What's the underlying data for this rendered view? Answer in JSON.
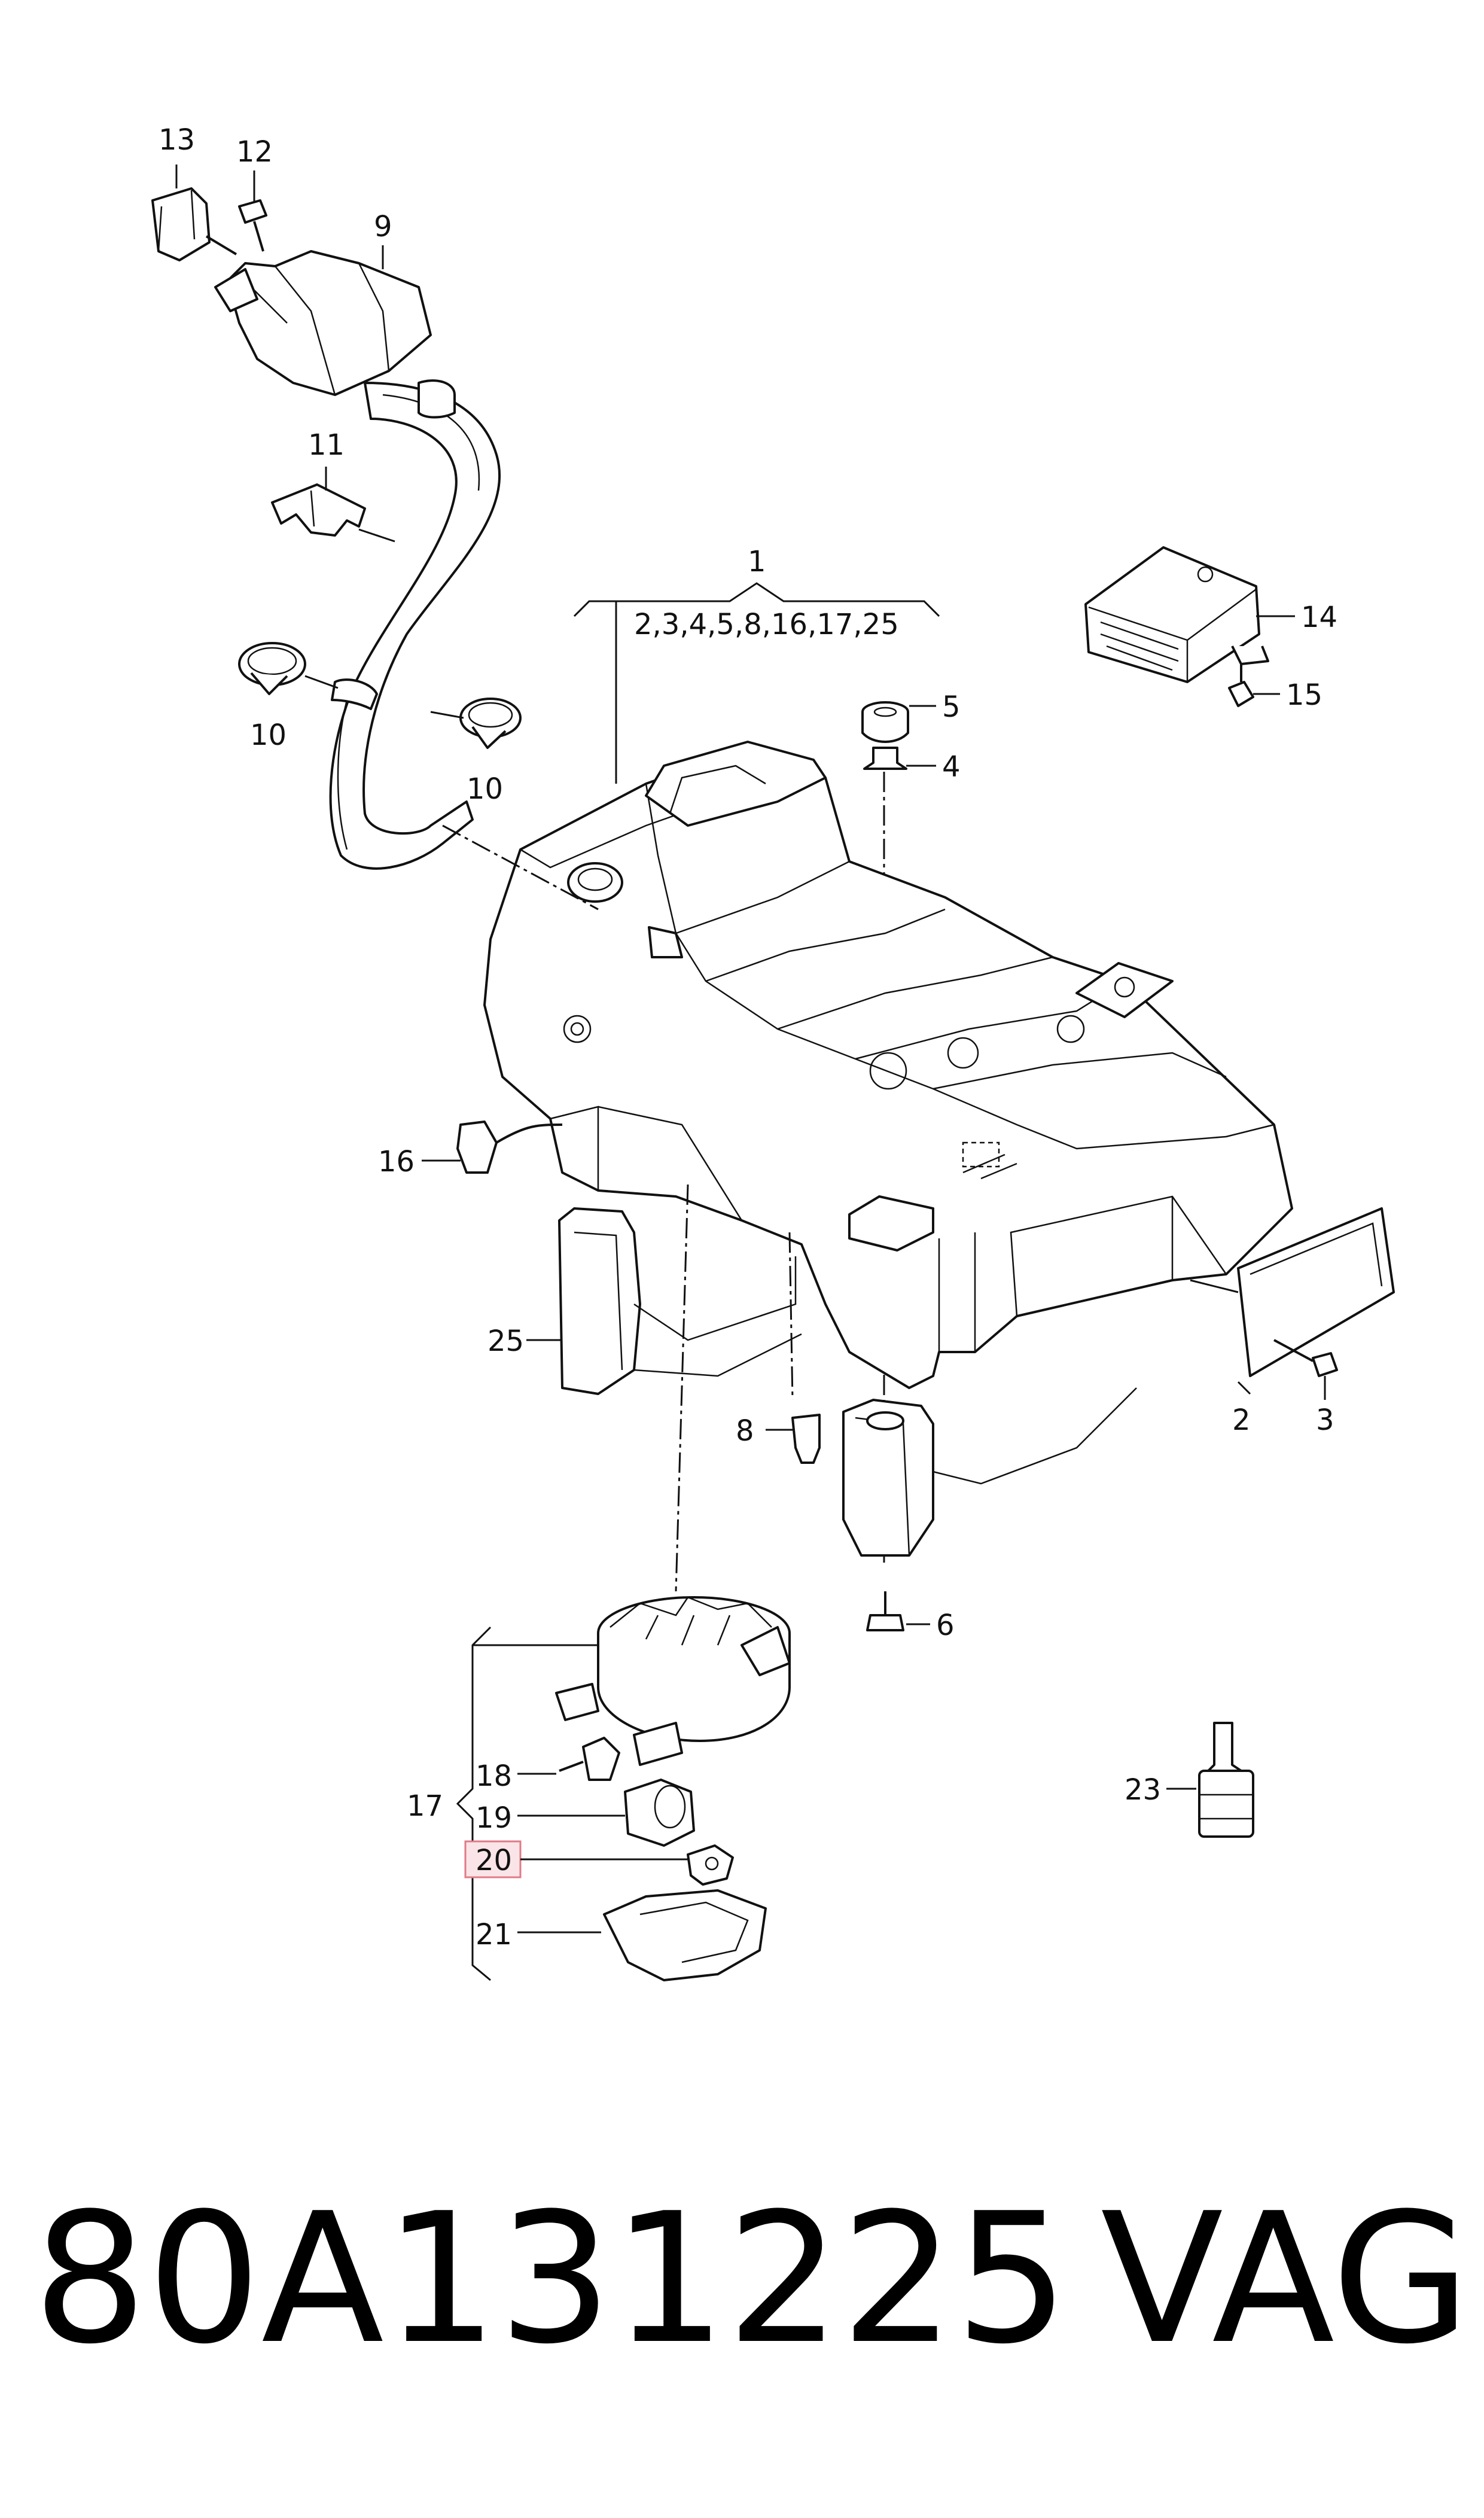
{
  "callouts": {
    "c13": "13",
    "c12": "12",
    "c9": "9",
    "c11": "11",
    "c10a": "10",
    "c10b": "10",
    "c1": "1",
    "c1_sub": "2,3,4,5,8,16,17,25",
    "c14": "14",
    "c15": "15",
    "c5": "5",
    "c4": "4",
    "c16": "16",
    "c25": "25",
    "c8": "8",
    "c2": "2",
    "c3": "3",
    "c6": "6",
    "c18": "18",
    "c17": "17",
    "c19": "19",
    "c20": "20",
    "c21": "21",
    "c23": "23"
  },
  "highlighted_callout": "20",
  "footer": {
    "part_number": "80A131225",
    "brand": "VAG"
  },
  "colors": {
    "line": "#111111",
    "highlight_fill": "#fbe4e7",
    "highlight_border": "#e07b88"
  }
}
